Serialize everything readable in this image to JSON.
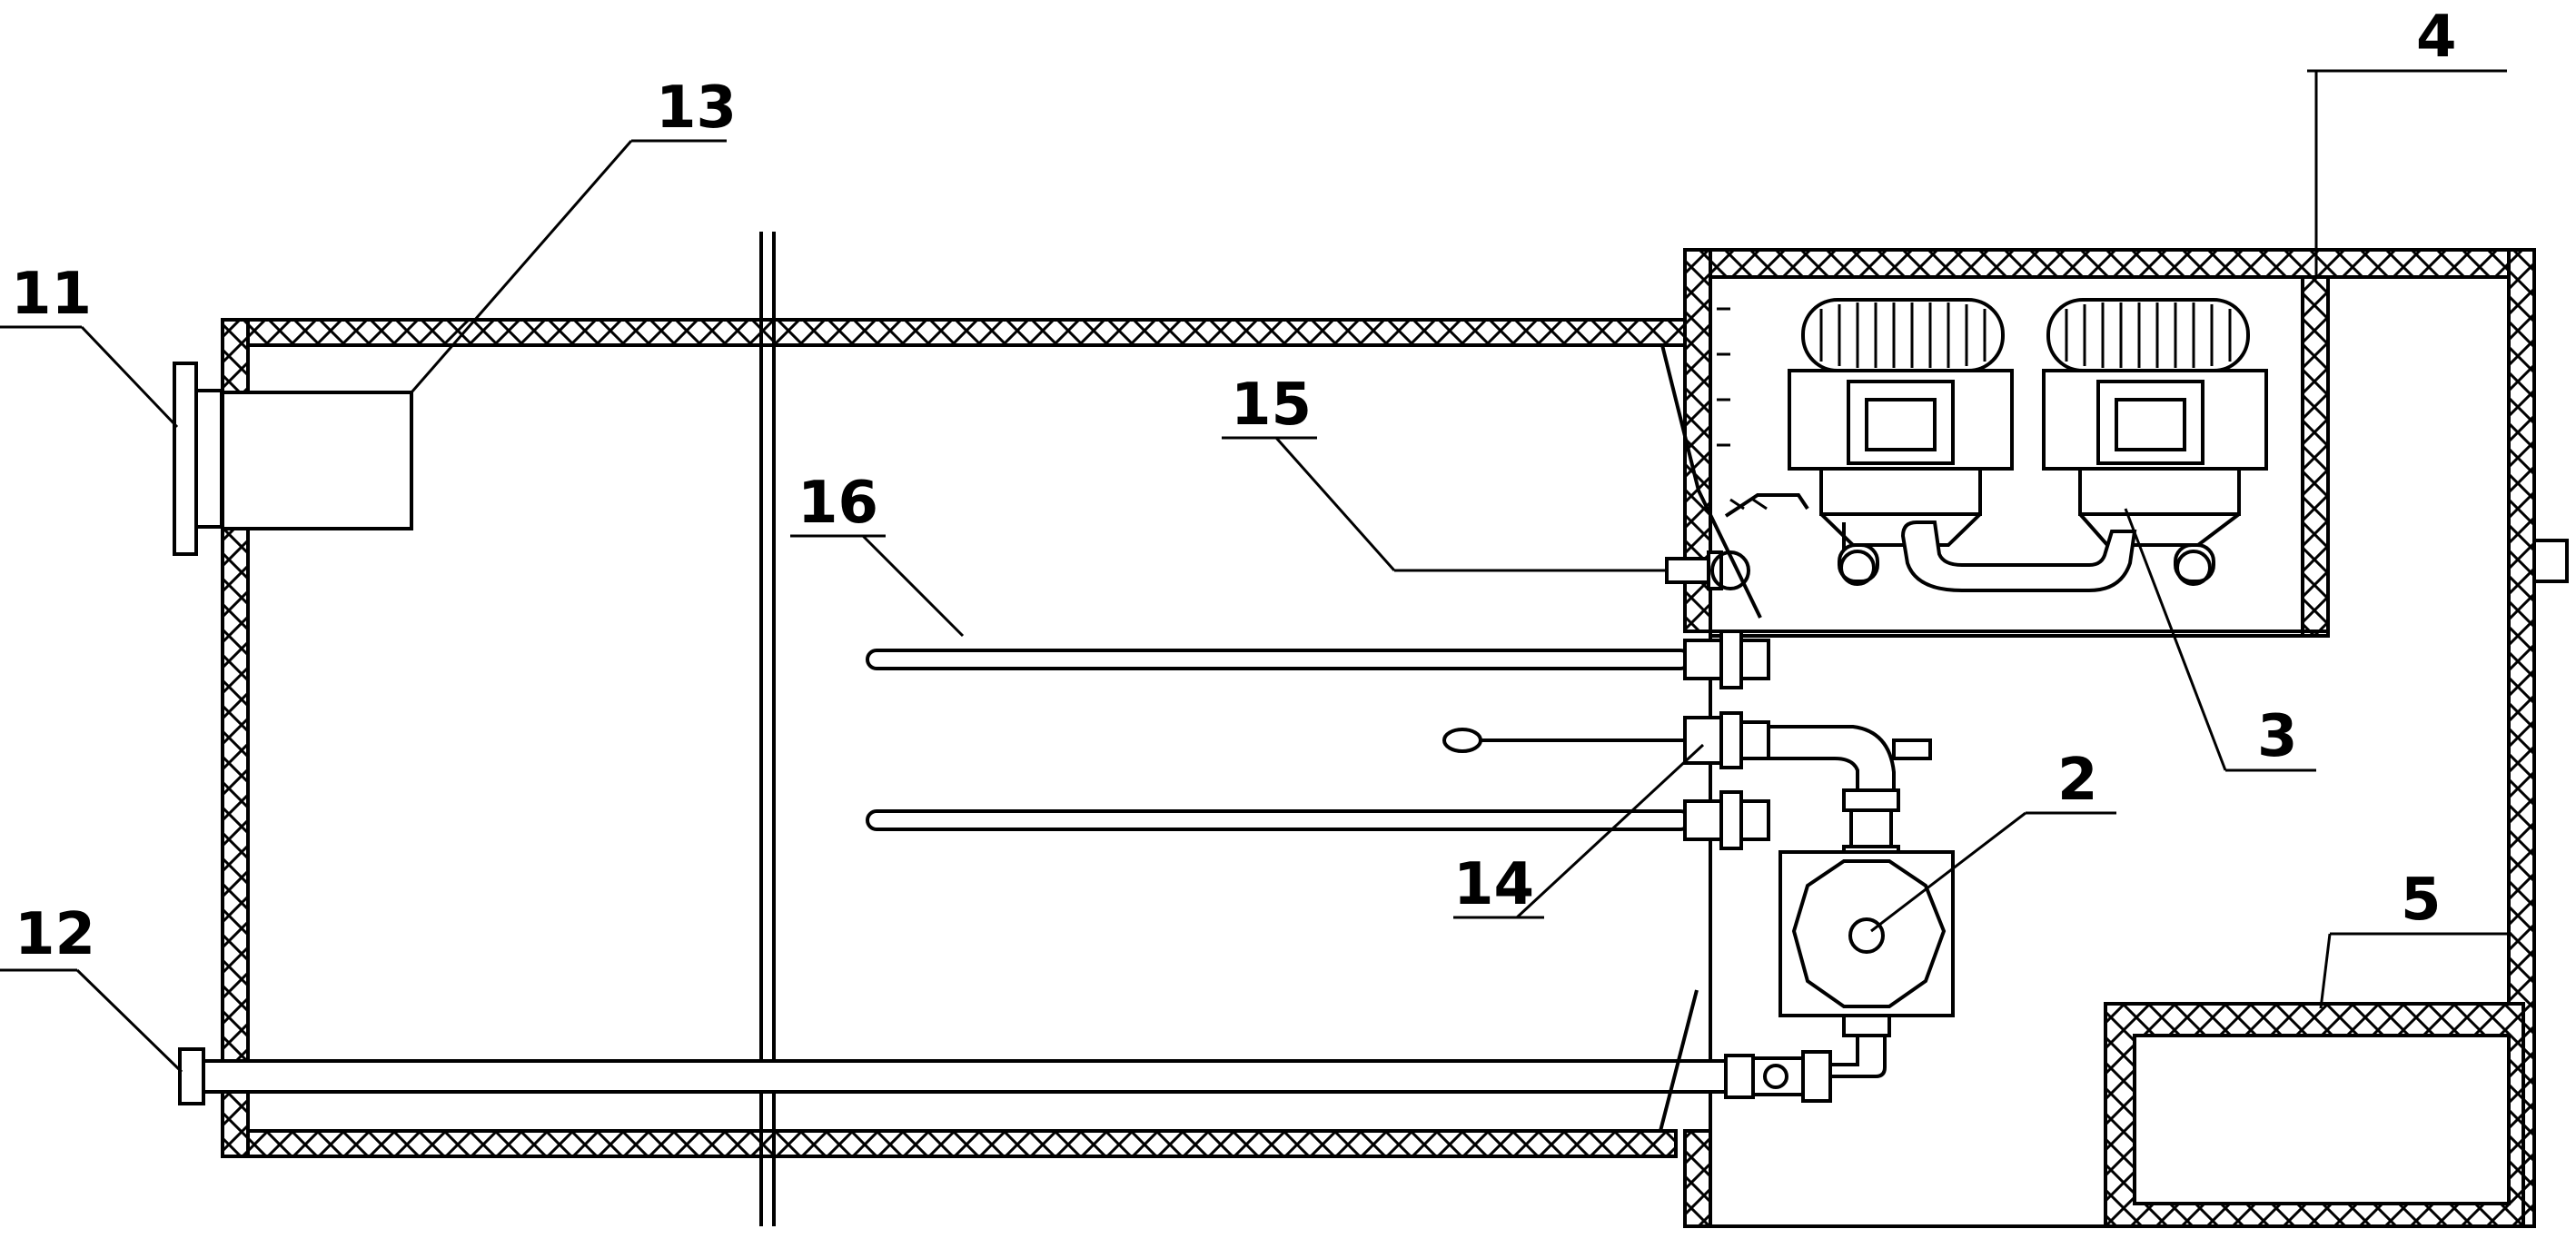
{
  "diagram": {
    "stroke_color": "#000000",
    "background_color": "#ffffff",
    "labels": [
      {
        "id": "label-11",
        "text": "11"
      },
      {
        "id": "label-12",
        "text": "12"
      },
      {
        "id": "label-13",
        "text": "13"
      },
      {
        "id": "label-15",
        "text": "15"
      },
      {
        "id": "label-16",
        "text": "16"
      },
      {
        "id": "label-14",
        "text": "14"
      },
      {
        "id": "label-4",
        "text": "4"
      },
      {
        "id": "label-3",
        "text": "3"
      },
      {
        "id": "label-2",
        "text": "2"
      },
      {
        "id": "label-5",
        "text": "5"
      }
    ]
  }
}
